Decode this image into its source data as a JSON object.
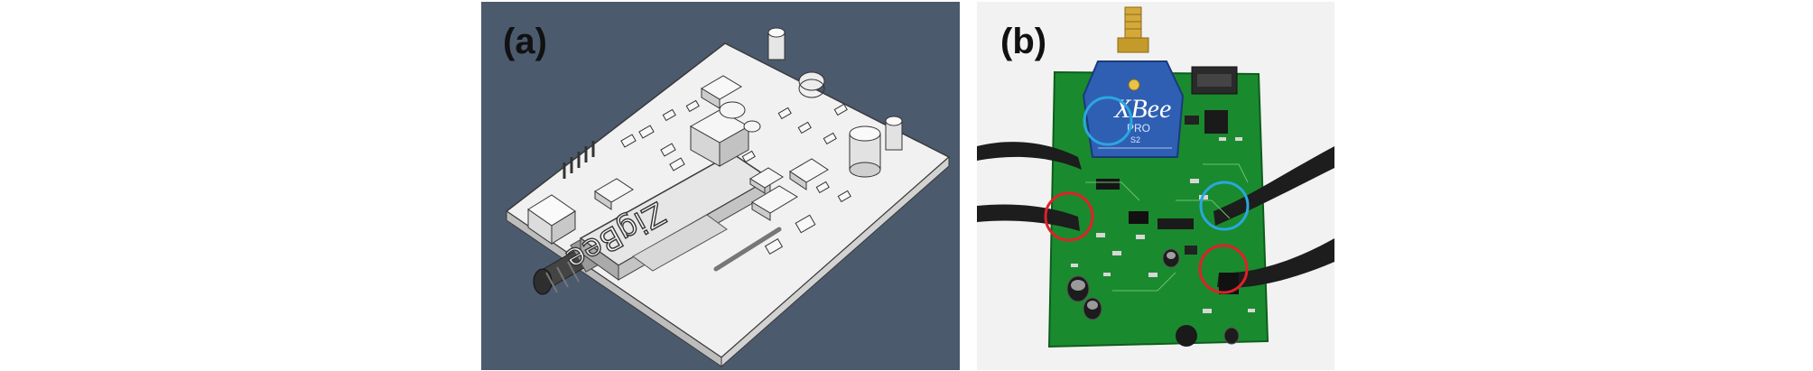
{
  "figure": {
    "panel_a": {
      "label": "(a)",
      "chip_text": "ZigBee",
      "background_color": "#4c5a6e",
      "board_color": "#f0f0f0"
    },
    "panel_b": {
      "label": "(b)",
      "module_brand": "XBee",
      "module_model": "PRO",
      "module_version": "S2",
      "board_color": "#1a8a2e",
      "module_color": "#2f5fb3",
      "circle_colors": {
        "blue": "#2aa7e0",
        "red": "#e0202a"
      }
    }
  }
}
